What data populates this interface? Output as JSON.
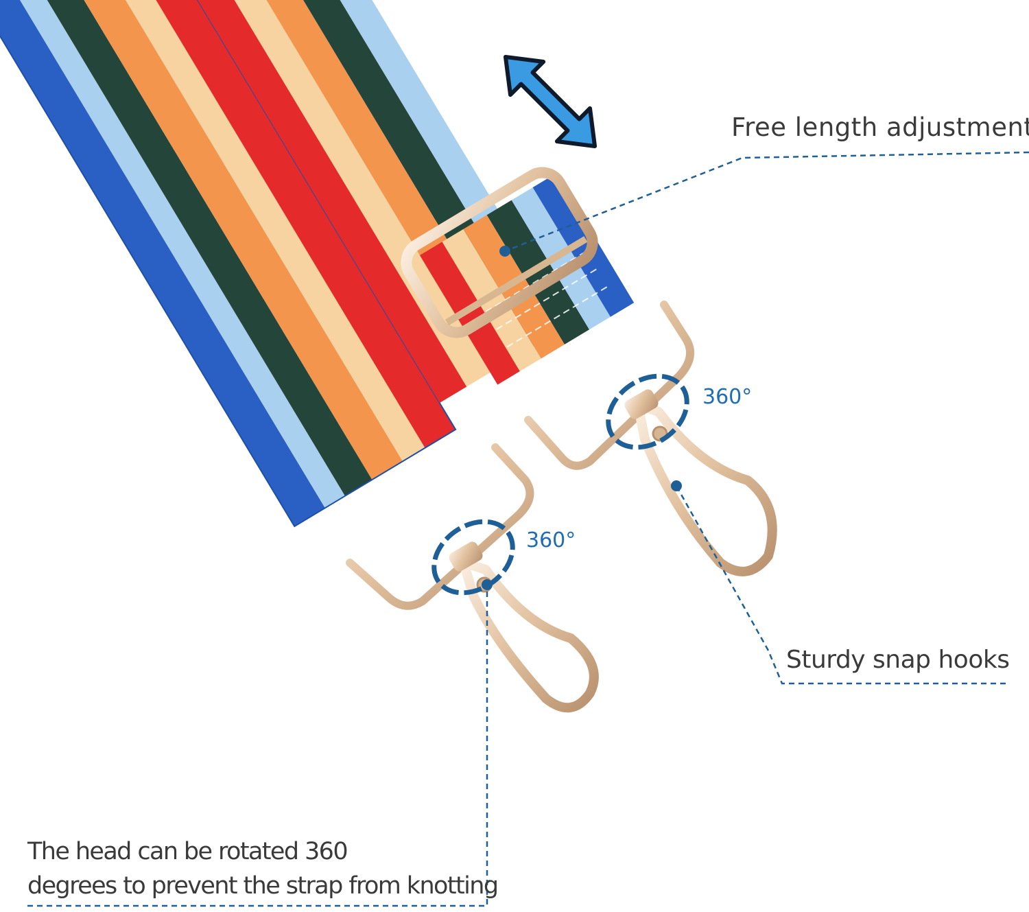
{
  "labels": {
    "length_adjustment": "Free length adjustment",
    "snap_hooks": "Sturdy snap hooks",
    "rotation_line1": "The head can be rotated 360",
    "rotation_line2": "degrees to prevent the strap from knotting",
    "rotation_badge_1": "360°",
    "rotation_badge_2": "360°"
  },
  "colors": {
    "stripe_royal_blue": "#2a5fc4",
    "stripe_light_blue": "#aad0f0",
    "stripe_dark_green": "#24453a",
    "stripe_orange": "#f3954d",
    "stripe_cream": "#f7d3a1",
    "stripe_red": "#e42a2a",
    "hardware_gold": "#e6c9a7",
    "callout_blue": "#1f5f97",
    "arrow_blue": "#3a9be3",
    "text": "#3a3a3a"
  },
  "icons": {
    "adjust": "double-arrow-icon",
    "rotation": "rotation-arrows-icon"
  }
}
